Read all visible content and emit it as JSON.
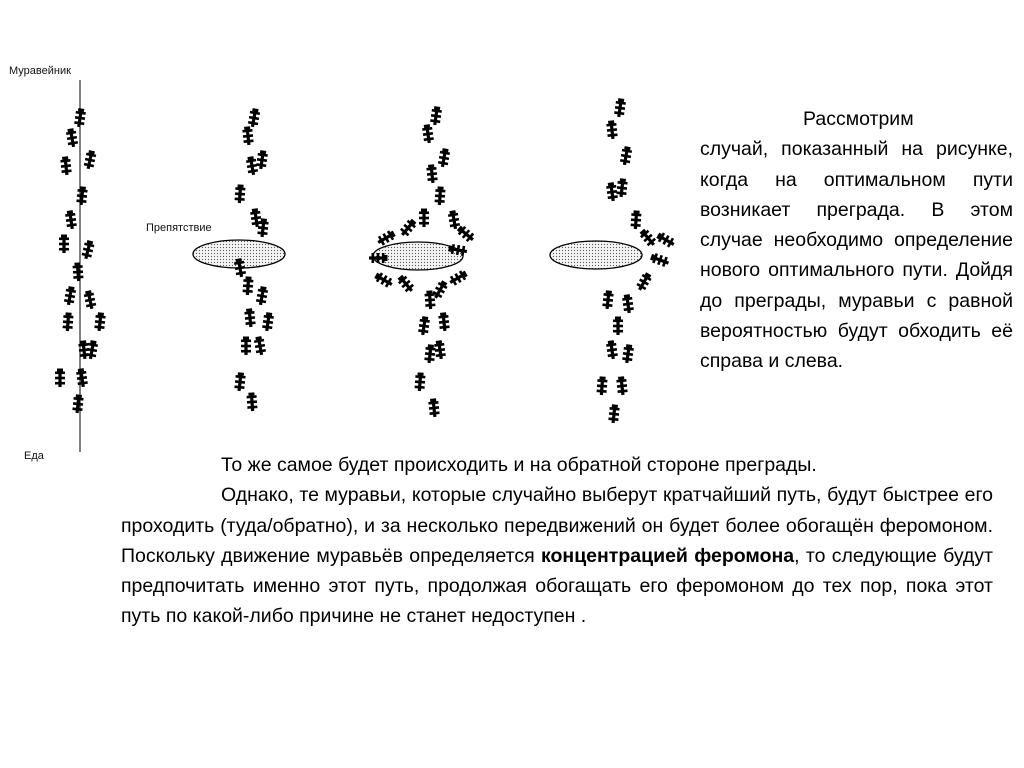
{
  "figure": {
    "labels": {
      "anthill": "Муравейник",
      "obstacle": "Препятствие",
      "food": "Еда"
    },
    "icons": [
      "ant-icon",
      "obstacle-ellipse"
    ],
    "colors": {
      "ant": "#000000",
      "obstacle_fill": "#e6e6e6",
      "line": "#000000"
    }
  },
  "paragraph_right": {
    "lead": "Рассмотрим",
    "rest": "случай, показанный на рисунке, когда на оптимальном пути возникает преграда. В этом случае необходимо определение нового оптимального пути. Дойдя до преграды, муравьи с равной вероятностью будут обходить её справа и слева."
  },
  "paragraph_bottom": {
    "line1": "То же самое будет происходить и на обратной стороне преграды.",
    "part1": "Однако, те муравьи, которые случайно выберут кратчайший путь, будут быстрее его проходить (туда/обратно), и за несколько передвижений он будет более обогащён феромоном. Поскольку движение муравьёв определяется ",
    "bold": "концентрацией феромона",
    "part2": ", то следующие будут предпочитать именно этот путь, продолжая обогащать его феромоном до тех пор, пока этот путь по какой-либо причине не станет недоступен ."
  }
}
